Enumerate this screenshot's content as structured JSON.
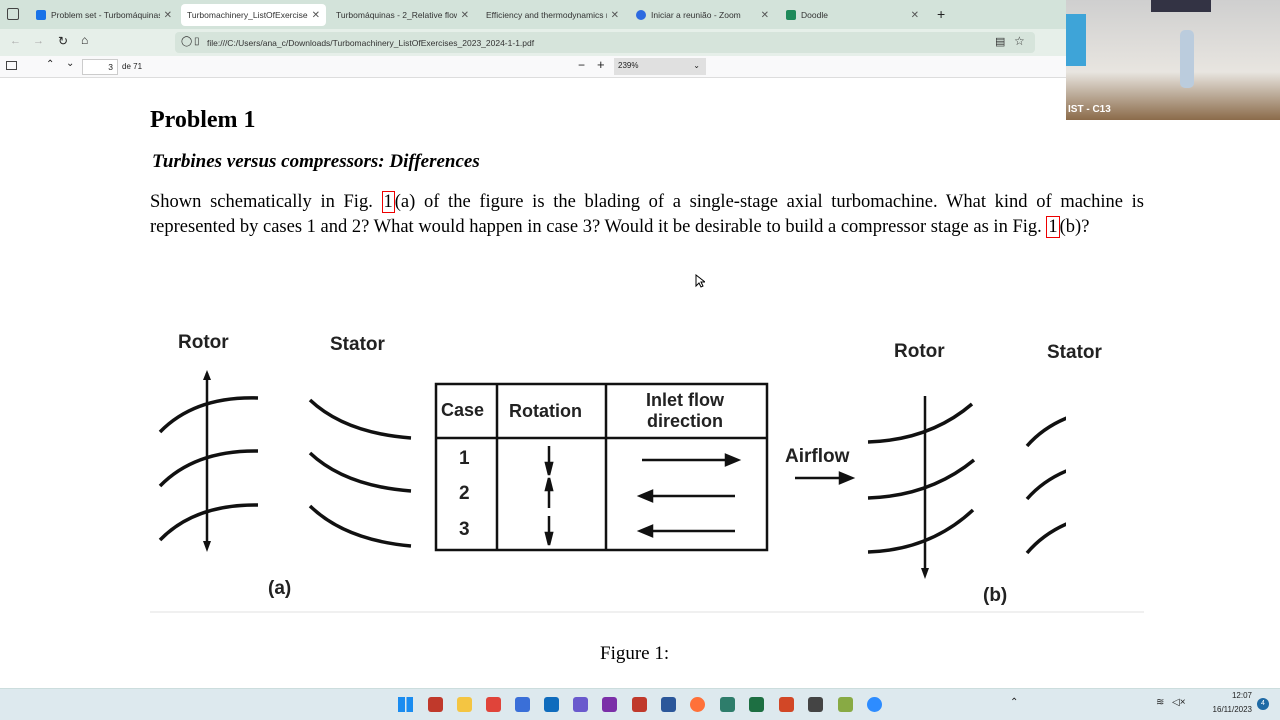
{
  "tabs": [
    {
      "label": "Problem set - Turbomáquinas",
      "active": false
    },
    {
      "label": "Turbomachinery_ListOfExercises_2023",
      "active": true
    },
    {
      "label": "Turbomáquinas - 2_Relative flow, e",
      "active": false
    },
    {
      "label": "Efficiency and thermodynamics rel",
      "active": false
    },
    {
      "label": "Iniciar a reunião - Zoom",
      "active": false
    },
    {
      "label": "Doodle",
      "active": false
    }
  ],
  "url": "file:///C:/Users/ana_c/Downloads/Turbomachinery_ListOfExercises_2023_2024-1-1.pdf",
  "pdf": {
    "page": "3",
    "of": "de 71",
    "zoom": "239%"
  },
  "doc": {
    "heading": "Problem 1",
    "subheading": "Turbines versus compressors: Differences",
    "p1": "Shown schematically in Fig.",
    "ref": "1",
    "p2": "(a) of the figure is the blading of a single-stage axial turbomachine.  What kind of machine is represented by cases 1 and 2?  What would happen in case 3?  Would it be desirable to build a compressor stage as in Fig.",
    "p3": "(b)?",
    "figure": {
      "rotor": "Rotor",
      "stator": "Stator",
      "airflow": "Airflow",
      "label_a": "(a)",
      "label_b": "(b)",
      "table_headers": [
        "Case",
        "Rotation",
        "Inlet flow direction"
      ],
      "cases": [
        "1",
        "2",
        "3"
      ],
      "caption": "Figure 1:"
    }
  },
  "camera": {
    "label": "IST - C13"
  },
  "tray": {
    "time": "12:07",
    "date": "16/11/2023",
    "notif": "4"
  }
}
